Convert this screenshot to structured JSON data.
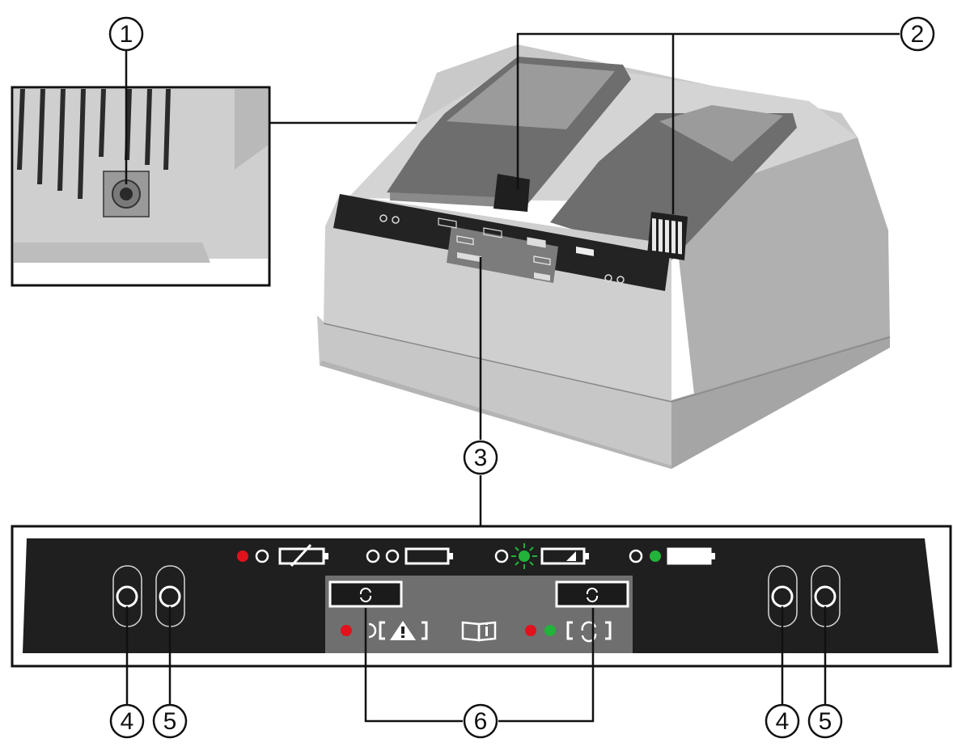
{
  "callouts": [
    {
      "id": "c1",
      "number": "1"
    },
    {
      "id": "c2",
      "number": "2"
    },
    {
      "id": "c3",
      "number": "3"
    },
    {
      "id": "c4a",
      "number": "4"
    },
    {
      "id": "c5a",
      "number": "5"
    },
    {
      "id": "c6",
      "number": "6"
    },
    {
      "id": "c4b",
      "number": "4"
    },
    {
      "id": "c5b",
      "number": "5"
    }
  ],
  "colors": {
    "housing": "#d2d2d2",
    "housing_dark": "#a9a9a9",
    "panel": "#1f1f1f",
    "panel_gray": "#6f6f6f",
    "led_red": "#e1121b",
    "led_green": "#22b33a",
    "line": "#111111"
  },
  "icons": [
    "dc-power-socket-icon",
    "battery-contacts-icon",
    "battery-defective-icon",
    "battery-empty-icon",
    "battery-charging-icon",
    "battery-full-icon",
    "refresh-button-icon",
    "warning-battery-icon",
    "manual-book-icon",
    "refresh-status-icon",
    "status-led-icon"
  ]
}
